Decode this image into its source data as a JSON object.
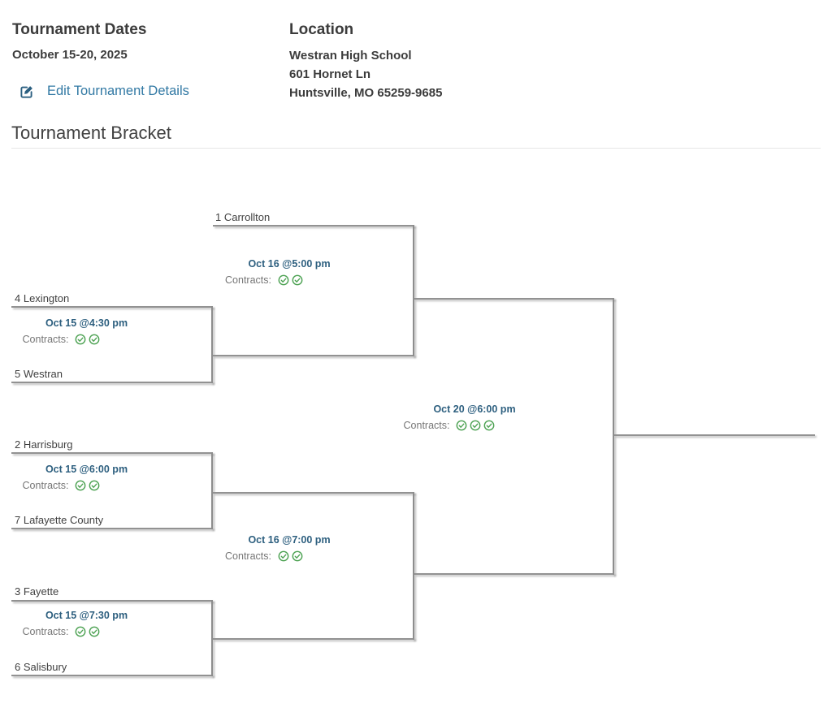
{
  "header": {
    "tournament_dates": {
      "title": "Tournament Dates",
      "value": "October 15-20, 2025"
    },
    "edit_link_label": "Edit Tournament Details",
    "location": {
      "title": "Location",
      "lines": [
        "Westran High School",
        "601 Hornet Ln",
        "Huntsville, MO 65259-9685"
      ]
    }
  },
  "section_title": "Tournament Bracket",
  "labels": {
    "contracts": "Contracts:"
  },
  "colors": {
    "link_blue": "#3279a4",
    "edit_icon_blue": "#2b5f80",
    "match_time_blue": "#2d5f7f",
    "check_green": "#4ba151",
    "bracket_line_gray": "#929292",
    "text_dark": "#3c3c3c",
    "contracts_gray": "#767676"
  },
  "bracket": {
    "teams": [
      "1 Carrollton",
      "4 Lexington",
      "5 Westran",
      "2 Harrisburg",
      "7 Lafayette County",
      "3 Fayette",
      "6 Salisbury"
    ],
    "matches": [
      {
        "time": "Oct 15 @4:30 pm",
        "contracts": 2
      },
      {
        "time": "Oct 16 @5:00 pm",
        "contracts": 2
      },
      {
        "time": "Oct 15 @6:00 pm",
        "contracts": 2
      },
      {
        "time": "Oct 16 @7:00 pm",
        "contracts": 2
      },
      {
        "time": "Oct 15 @7:30 pm",
        "contracts": 2
      },
      {
        "time": "Oct 20 @6:00 pm",
        "contracts": 3
      }
    ]
  }
}
